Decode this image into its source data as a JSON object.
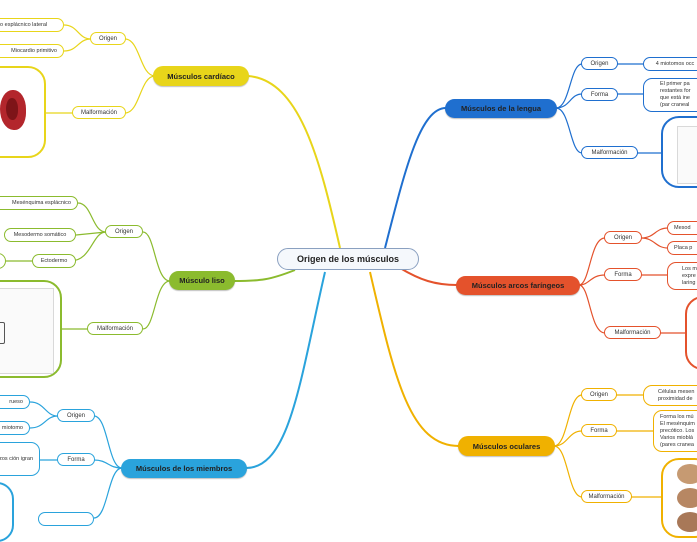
{
  "center": {
    "title": "Origen de los músculos"
  },
  "colors": {
    "cardiac": "#e8d51a",
    "smooth": "#8bbb2e",
    "limbs": "#2aa3dc",
    "tongue": "#1f6fcf",
    "pharyngeal": "#e4522c",
    "ocular": "#f0b100",
    "center_border": "#8aa0c0"
  },
  "cardiac": {
    "title": "Músculos cardíaco",
    "origin_label": "Origen",
    "origin_items": [
      "no esplácnico lateral",
      "Miocardio primitivo"
    ],
    "malformation_label": "Malformación"
  },
  "smooth": {
    "title": "Músculo liso",
    "origin_label": "Origen",
    "origin_items": [
      "Mesénquima esplácnico",
      "Mesodermo somático",
      "Ectodermo"
    ],
    "malformation_label": "Malformación"
  },
  "limbs": {
    "title": "Músculos de los miembros",
    "origin_label": "Origen",
    "origin_items": [
      "rueso",
      "miotomo"
    ],
    "form_label": "Forma",
    "form_text": "zos ción igran"
  },
  "tongue": {
    "title": "Músculos de la lengua",
    "origin_label": "Origen",
    "origin_text": "4 miotomos occ",
    "form_label": "Forma",
    "form_text": "El primer pa restantes for que está ine (par craneal",
    "malformation_label": "Malformación"
  },
  "pharyngeal": {
    "title": "Músculos arcos faríngeos",
    "origin_label": "Origen",
    "origin_items": [
      "Mesod",
      "Placa p"
    ],
    "form_label": "Forma",
    "form_text": "Los m expre laring",
    "malformation_label": "Malformación"
  },
  "ocular": {
    "title": "Músculos oculares",
    "origin_label": "Origen",
    "origin_text": "Células mesen proximidad de",
    "form_label": "Forma",
    "form_text": "Forma los mú El mesénquim precótico. Los Varios mioblá (pares cranea",
    "malformation_label": "Malformación"
  }
}
